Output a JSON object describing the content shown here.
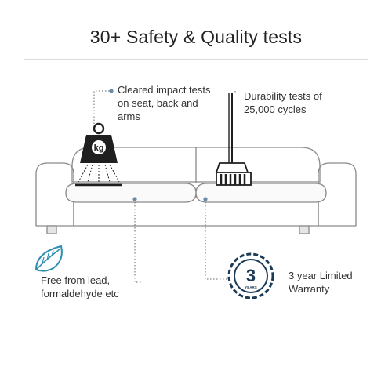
{
  "header": {
    "title": "30+ Safety & Quality tests"
  },
  "callouts": {
    "impact": {
      "lines": [
        "Cleared impact tests",
        "on seat, back and",
        "arms"
      ]
    },
    "durability": {
      "lines": [
        "Durability tests of",
        "25,000 cycles"
      ]
    },
    "lead_free": {
      "lines": [
        "Free from lead,",
        "formaldehyde etc"
      ]
    },
    "warranty": {
      "lines": [
        "3 year Limited",
        "Warranty"
      ]
    }
  },
  "badges": {
    "weight_label": "kg",
    "warranty_number": "3",
    "warranty_unit": "YEARS"
  },
  "colors": {
    "navy": "#1b3a57",
    "teal": "#2e8fb0",
    "line": "#555555",
    "dot": "#6a8aa3",
    "sofa_stroke": "#8a8a8a"
  }
}
